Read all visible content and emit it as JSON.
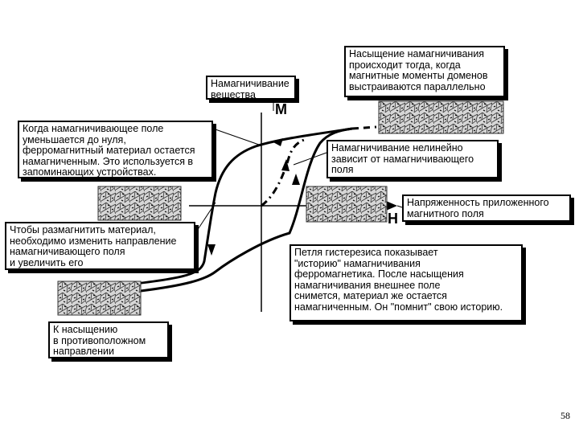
{
  "axes": {
    "m_label": "M",
    "h_label": "H"
  },
  "callouts": {
    "magnetization": "Намагничивание\nвещества",
    "saturation": "Насыщение намагничивания\nпроисходит тогда, когда\nмагнитные моменты доменов\nвыстраиваются параллельно",
    "remanence": "Когда намагничивающее поле\nуменьшается до нуля,\nферромагнитный материал остается\nнамагниченным. Это используется в\nзапоминающих устройствах.",
    "nonlinear": "Намагничивание нелинейно\nзависит от намагничивающего\nполя",
    "field": "Напряженность приложенного\nмагнитного поля",
    "demagnetize": "Чтобы размагнитить материал,\nнеобходимо изменить направление\nнамагничивающего поля\nи увеличить его",
    "hysteresis": "Петля гистерезиса показывает\n\"историю\" намагничивания\nферромагнетика. После насыщения\nнамагничивания внешнее поле\nснимется, материал же остается\nнамагниченным. Он \"помнит\" свою историю.",
    "negative_saturation": "К насыщению\nв противоположном\nнаправлении"
  },
  "page_number": "58",
  "colors": {
    "ink": "#000000",
    "domain_fill": "#d9d9d9"
  }
}
